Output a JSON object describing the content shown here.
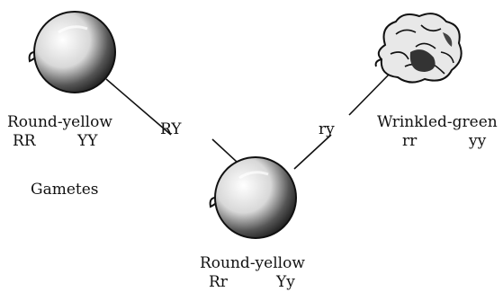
{
  "parents": {
    "left": {
      "phenotype": "Round-yellow",
      "genotype_r": "RR",
      "genotype_y": "YY",
      "pea_icon": "round-pea"
    },
    "right": {
      "phenotype": "Wrinkled-green",
      "genotype_r": "rr",
      "genotype_y": "yy",
      "pea_icon": "wrinkled-pea"
    }
  },
  "gametes": {
    "label": "Gametes",
    "left": "RY",
    "right": "ry"
  },
  "offspring": {
    "phenotype": "Round-yellow",
    "genotype_r": "Rr",
    "genotype_y": "Yy",
    "pea_icon": "round-pea"
  },
  "colors": {
    "ink": "#111111",
    "paper": "#ffffff"
  }
}
